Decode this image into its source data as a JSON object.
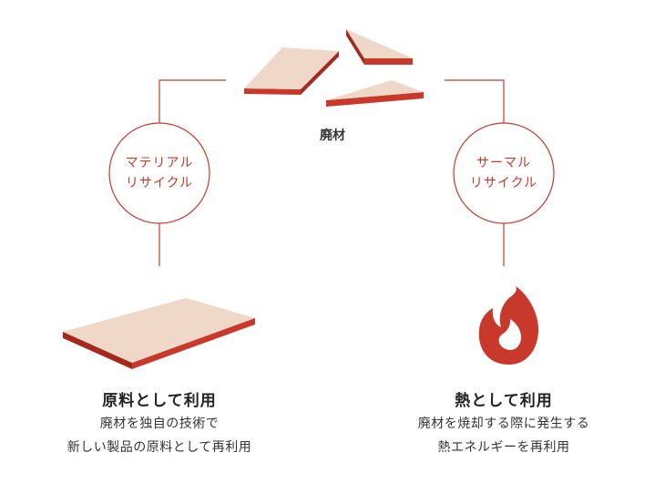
{
  "source": {
    "label": "廃材"
  },
  "material": {
    "circle_line1": "マテリアル",
    "circle_line2": "リサイクル",
    "title": "原料として利用",
    "desc_line1": "廃材を独自の技術で",
    "desc_line2": "新しい製品の原料として再利用"
  },
  "thermal": {
    "circle_line1": "サーマル",
    "circle_line2": "リサイクル",
    "title": "熱として利用",
    "desc_line1": "廃材を焼却する際に発生する",
    "desc_line2": "熱エネルギーを再利用"
  },
  "colors": {
    "accent": "#c8392b",
    "panel_face": "#f0d8c8",
    "panel_edge": "#c8392b"
  },
  "icons": {
    "source": "waste-material-pieces-icon",
    "material": "board-panel-icon",
    "thermal": "flame-icon"
  }
}
